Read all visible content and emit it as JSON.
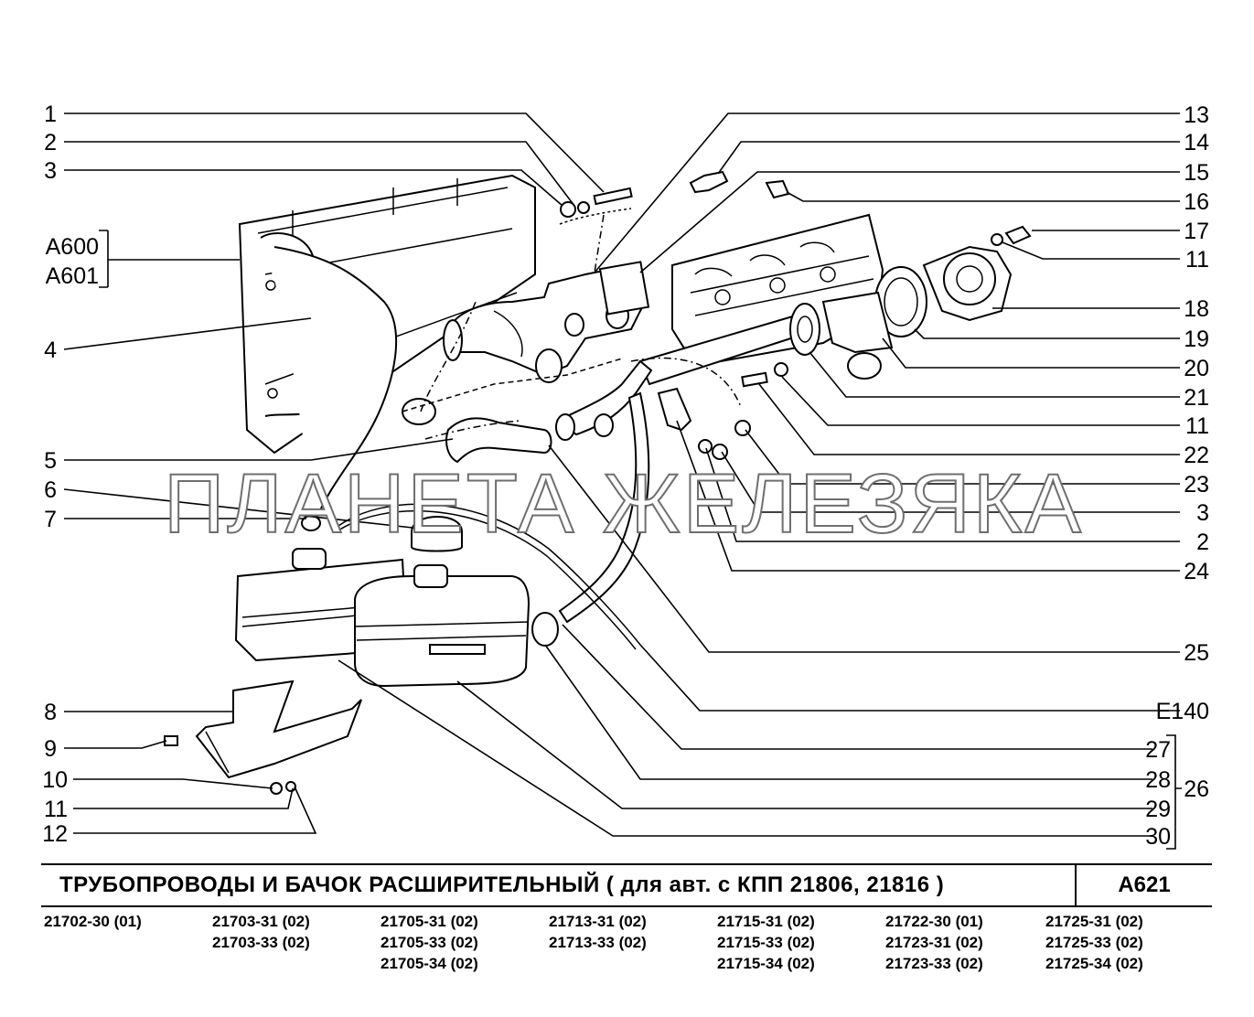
{
  "callouts_left": [
    "1",
    "2",
    "3",
    "А600",
    "А601",
    "4",
    "5",
    "6",
    "7",
    "8",
    "9",
    "10",
    "11",
    "12"
  ],
  "callouts_right": [
    "13",
    "14",
    "15",
    "16",
    "17",
    "11",
    "18",
    "19",
    "20",
    "21",
    "11",
    "22",
    "23",
    "3",
    "2",
    "24",
    "25",
    "Е140",
    "27",
    "28",
    "29",
    "30",
    "26"
  ],
  "watermark": "ПЛАНЕТА ЖЕЛЕЗЯКА",
  "title": {
    "text": "ТРУБОПРОВОДЫ   И   БАЧОК   РАСШИРИТЕЛЬНЫЙ  ( для авт. с КПП 21806, 21816 )",
    "code": "А621"
  },
  "models": [
    [
      "21702-30 (01)"
    ],
    [
      "21703-31 (02)",
      "21703-33 (02)"
    ],
    [
      "21705-31 (02)",
      "21705-33 (02)",
      "21705-34 (02)"
    ],
    [
      "21713-31 (02)",
      "21713-33 (02)"
    ],
    [
      "21715-31 (02)",
      "21715-33 (02)",
      "21715-34 (02)"
    ],
    [
      "21722-30 (01)",
      "21723-31 (02)",
      "21723-33 (02)"
    ],
    [
      "21725-31 (02)",
      "21725-33 (02)",
      "21725-34 (02)"
    ]
  ]
}
